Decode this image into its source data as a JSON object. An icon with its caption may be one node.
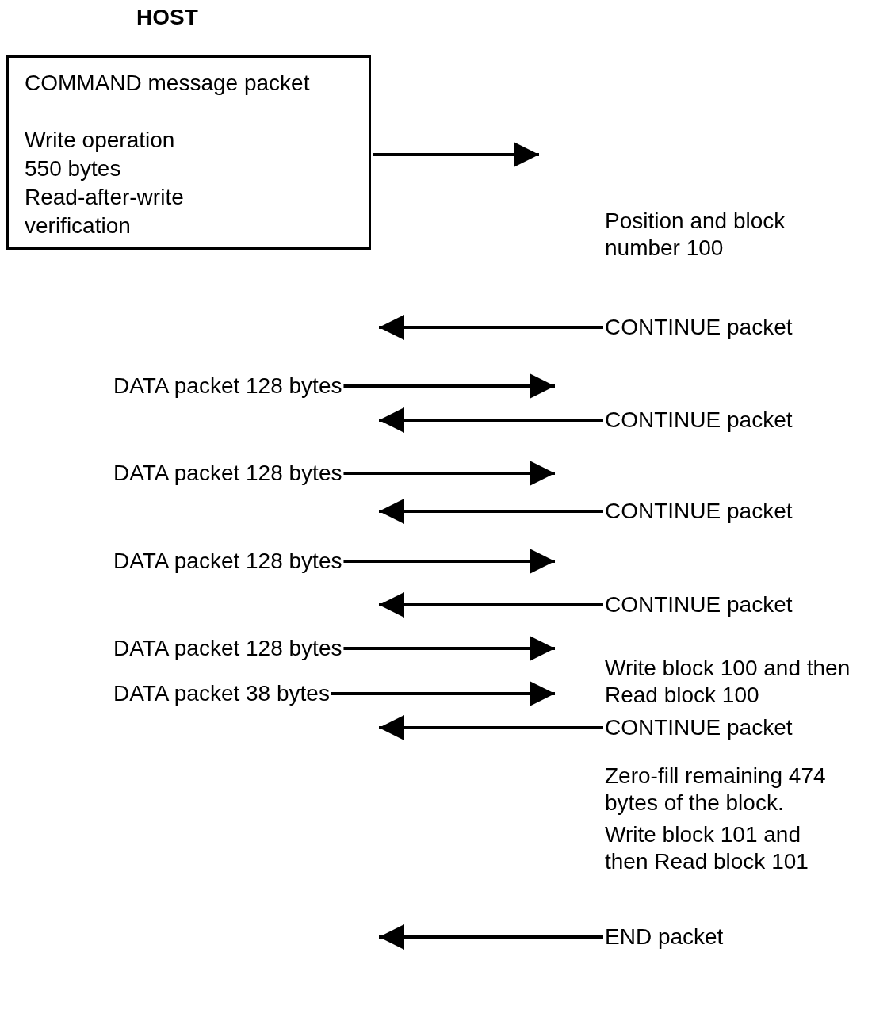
{
  "diagram": {
    "nodes": [
      {
        "text": [
          "COMMAND message packet",
          "Write operation 550 bytes Read-after-write verification"
        ]
      },
      {
        "text": [
          "CONTINUE packet"
        ]
      },
      {
        "text": [
          "DATA packet 128 bytes"
        ]
      },
      {
        "text": [
          "CONTINUE packet"
        ]
      },
      {
        "text": [
          "DATA packet 128 bytes"
        ]
      },
      {
        "text": [
          "CONTINUE packet"
        ]
      },
      {
        "text": [
          "DATA packet 128 bytes"
        ]
      },
      {
        "text": [
          "CONTINUE packet"
        ]
      },
      {
        "text": [
          "DATA packet 128 bytes"
        ]
      },
      {
        "text": [
          "DATA packet 38 bytes"
        ]
      },
      {
        "text": [
          "CONTINUE packet"
        ]
      },
      {
        "text": [
          "END packet"
        ]
      }
    ],
    "edges": [
      {
        "from": 0,
        "to": null,
        "arrow": "to"
      },
      {
        "from": 1,
        "to": null,
        "arrow": "to"
      },
      {
        "from": 2,
        "to": null,
        "arrow": "to"
      },
      {
        "from": 3,
        "to": null,
        "arrow": "to"
      },
      {
        "from": 4,
        "to": null,
        "arrow": "to"
      },
      {
        "from": 5,
        "to": null,
        "arrow": "to"
      },
      {
        "from": 6,
        "to": null,
        "arrow": "to"
      },
      {
        "from": 7,
        "to": null,
        "arrow": "to"
      },
      {
        "from": 8,
        "to": null,
        "arrow": "to"
      },
      {
        "from": 9,
        "to": null,
        "arrow": "to"
      },
      {
        "from": 10,
        "to": null,
        "arrow": "to"
      },
      {
        "from": 11,
        "to": null,
        "arrow": "to"
      }
    ],
    "labels": [
      "HOST",
      "Position and block number 100",
      "Write block 100 and then Read block 100",
      "Zero-fill remaining 474 bytes of the block.",
      "Write block 101 and then Read block 101"
    ]
  }
}
